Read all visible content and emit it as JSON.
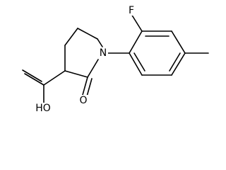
{
  "molecule": {
    "atoms": {
      "nitrogen": "N",
      "fluorine": "F",
      "methyl": "",
      "carbonyl_oxygen": "O",
      "hydroxyl": "HO"
    }
  }
}
